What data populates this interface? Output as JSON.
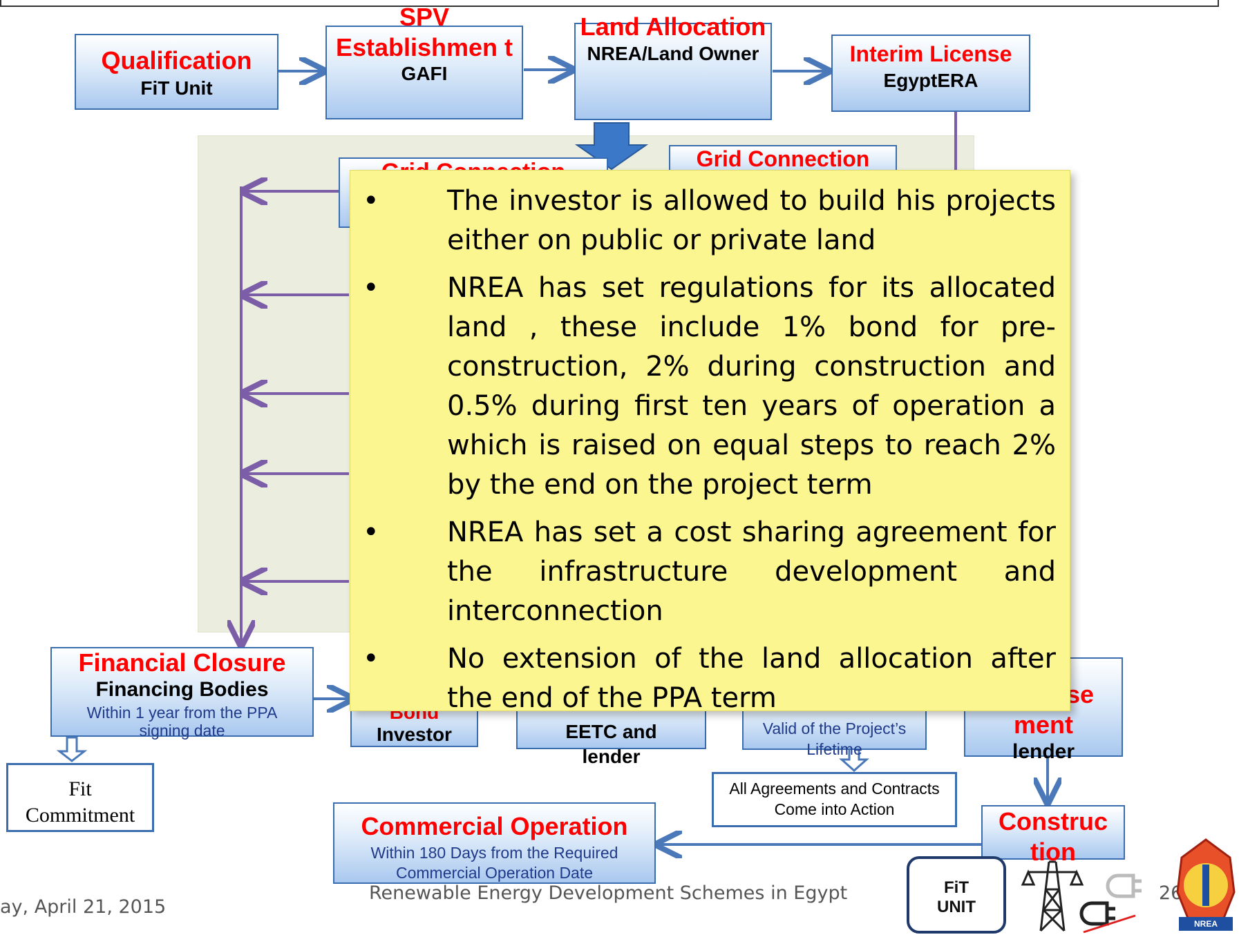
{
  "boxes": {
    "qualification": {
      "title": "Qualification",
      "sub": "FiT Unit"
    },
    "spv": {
      "title": "SPV Establishmen t",
      "sub": "GAFI"
    },
    "land": {
      "title": "Land Allocation",
      "sub": "NREA/Land Owner"
    },
    "interim": {
      "title": "Interim License",
      "sub": "EgyptERA"
    },
    "grid_left": {
      "title": "Grid Connection"
    },
    "grid_right": {
      "title": "Grid Connection"
    },
    "financial": {
      "title": "Financial Closure",
      "sub": "Financing Bodies",
      "note": "Within 1 year from the PPA signing date"
    },
    "bond": {
      "title": "Bond",
      "sub": "Investor"
    },
    "eetc": {
      "sub": "EETC and lender"
    },
    "license": {
      "note": "Valid of the Project’s Lifetime"
    },
    "release": {
      "title": "Re lease ment",
      "sub": "lender"
    },
    "agreements": {
      "text": "All Agreements and Contracts Come into Action"
    },
    "construction": {
      "title": "Construc tion"
    },
    "commercial": {
      "title": "Commercial Operation",
      "note": "Within 180 Days from the Required Commercial Operation Date"
    },
    "fit_commitment": {
      "text": "Fit Commitment"
    }
  },
  "note": {
    "bullets": [
      "The investor is allowed to build his projects either on public or private land",
      "NREA has set regulations for its allocated land , these include 1% bond for pre-construction, 2% during construction and 0.5% during first ten years of operation a which is raised  on equal steps to reach 2% by the end on the project term",
      "NREA has set a cost sharing agreement for the infrastructure development and interconnection",
      "No extension of the land allocation after the end of the PPA term"
    ]
  },
  "footer": {
    "date": "ay, April 21, 2015",
    "title": "Renewable Energy Development Schemes  in Egypt",
    "page": "26",
    "fit_unit": "FiT UNIT",
    "logo_text": "NREA"
  },
  "colors": {
    "accent_red": "#ff0000",
    "box_border": "#3a6db0",
    "arrow_purple": "#7b5ea7",
    "note_bg": "#fbf690"
  }
}
